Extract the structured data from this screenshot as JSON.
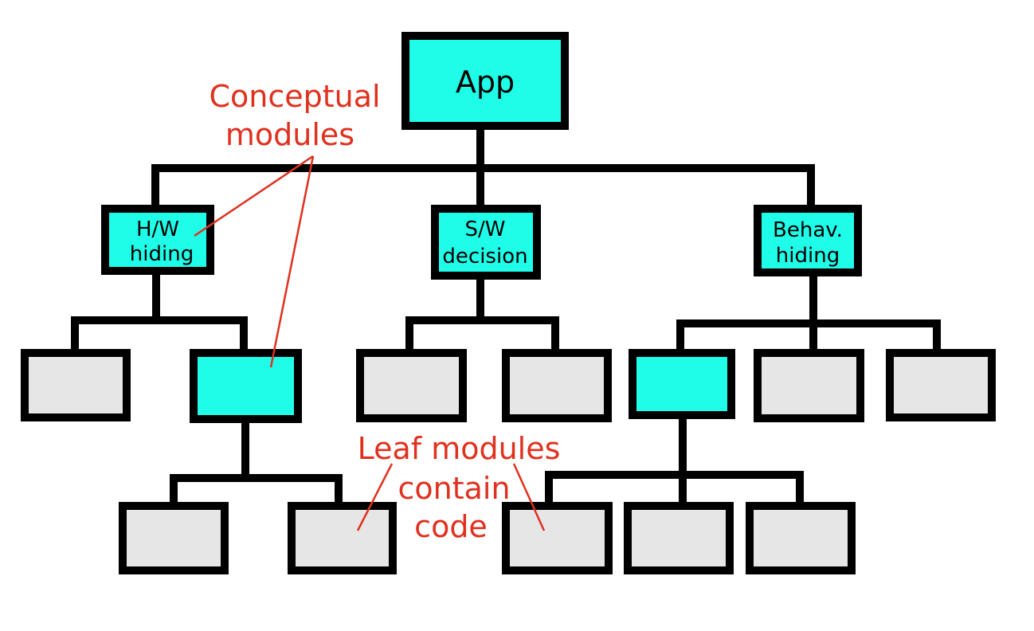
{
  "colors": {
    "conceptual_fill": "#1ffde9",
    "leaf_fill": "#e6e6e6",
    "stroke": "#000000",
    "annotation": "#e0301e",
    "background": "#ffffff"
  },
  "nodes": {
    "root": {
      "label": "App"
    },
    "hw_hiding": {
      "line1": "H/W",
      "line2": "hiding"
    },
    "sw_decision": {
      "line1": "S/W",
      "line2": "decision"
    },
    "behav_hiding": {
      "line1": "Behav.",
      "line2": "hiding"
    }
  },
  "annotations": {
    "conceptual": {
      "line1": "Conceptual",
      "line2": "modules"
    },
    "leaf": {
      "line1": "Leaf modules",
      "line2": "contain",
      "line3": "code"
    }
  }
}
